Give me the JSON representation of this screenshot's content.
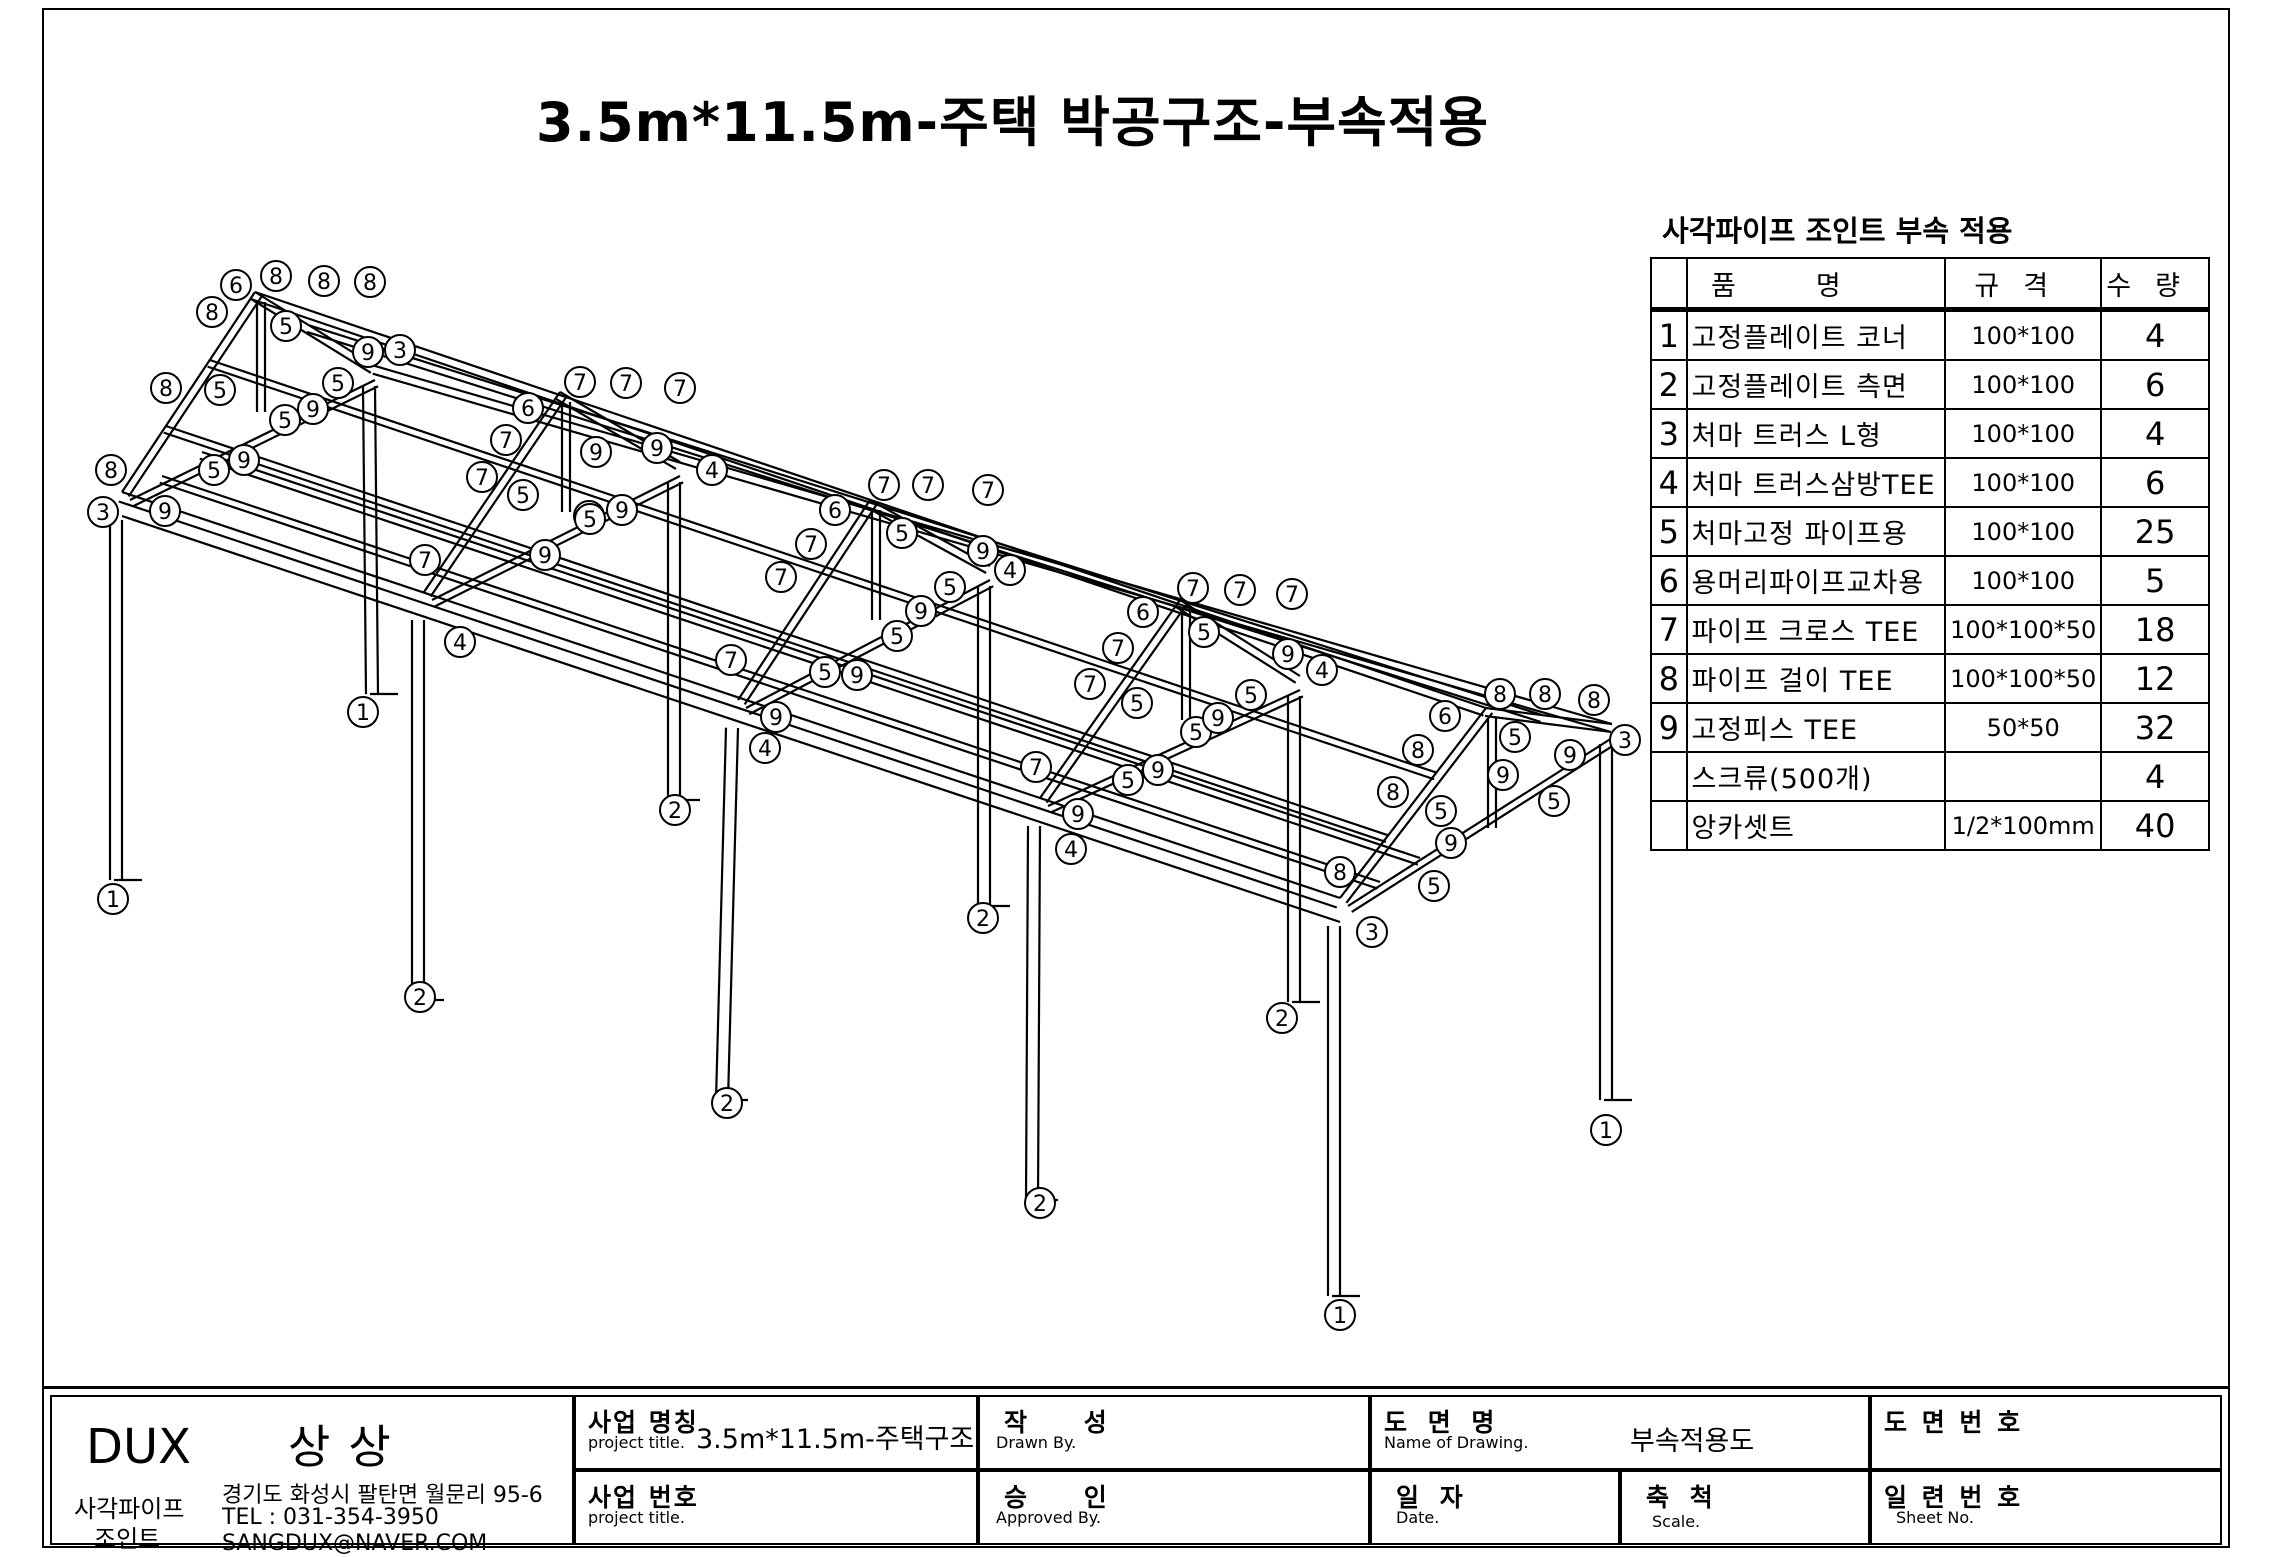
{
  "drawing": {
    "title": "3.5m*11.5m-주택 박공구조-부속적용",
    "callouts": [
      "1",
      "2",
      "3",
      "4",
      "5",
      "6",
      "7",
      "8",
      "9"
    ]
  },
  "bom": {
    "heading": "사각파이프 조인트 부속 적용",
    "headers": {
      "name": "품명",
      "spec": "규격",
      "qty": "수량"
    },
    "rows": [
      {
        "no": "1",
        "name": "고정플레이트 코너",
        "spec": "100*100",
        "qty": "4"
      },
      {
        "no": "2",
        "name": "고정플레이트 측면",
        "spec": "100*100",
        "qty": "6"
      },
      {
        "no": "3",
        "name": "처마 트러스 L형",
        "spec": "100*100",
        "qty": "4"
      },
      {
        "no": "4",
        "name": "처마 트러스삼방TEE",
        "spec": "100*100",
        "qty": "6"
      },
      {
        "no": "5",
        "name": "처마고정 파이프용",
        "spec": "100*100",
        "qty": "25"
      },
      {
        "no": "6",
        "name": "용머리파이프교차용",
        "spec": "100*100",
        "qty": "5"
      },
      {
        "no": "7",
        "name": "파이프 크로스 TEE",
        "spec": "100*100*50",
        "qty": "18"
      },
      {
        "no": "8",
        "name": "파이프 걸이 TEE",
        "spec": "100*100*50",
        "qty": "12"
      },
      {
        "no": "9",
        "name": "고정피스 TEE",
        "spec": "50*50",
        "qty": "32"
      },
      {
        "no": "",
        "name": "스크류(500개)",
        "spec": "",
        "qty": "4"
      },
      {
        "no": "",
        "name": "앙카셋트",
        "spec": "1/2*100mm",
        "qty": "40"
      }
    ]
  },
  "titleblock": {
    "company_en": "DUX",
    "company_ko": "상상",
    "company_sub1": "사각파이프",
    "company_sub2": "조인트",
    "address": "경기도 화성시 팔탄면 월문리 95-6",
    "tel": "TEL : 031-354-3950",
    "email": "SANGDUX@NAVER.COM",
    "project_name_label": "사업 명칭",
    "project_name_sub": "project title.",
    "project_name_value": "3.5m*11.5m-주택구조",
    "project_no_label": "사업 번호",
    "project_no_sub": "project title.",
    "drawn_label": "작 성",
    "drawn_sub": "Drawn By.",
    "approved_label": "승 인",
    "approved_sub": "Approved By.",
    "drawing_name_label": "도 면 명",
    "drawing_name_sub": "Name of Drawing.",
    "drawing_name_value": "부속적용도",
    "date_label": "일 자",
    "date_sub": "Date.",
    "scale_label": "축 척",
    "scale_sub": "Scale.",
    "drawing_no_label": "도 면 번 호",
    "sheet_no_label": "일 련 번 호",
    "sheet_no_sub": "Sheet No."
  }
}
